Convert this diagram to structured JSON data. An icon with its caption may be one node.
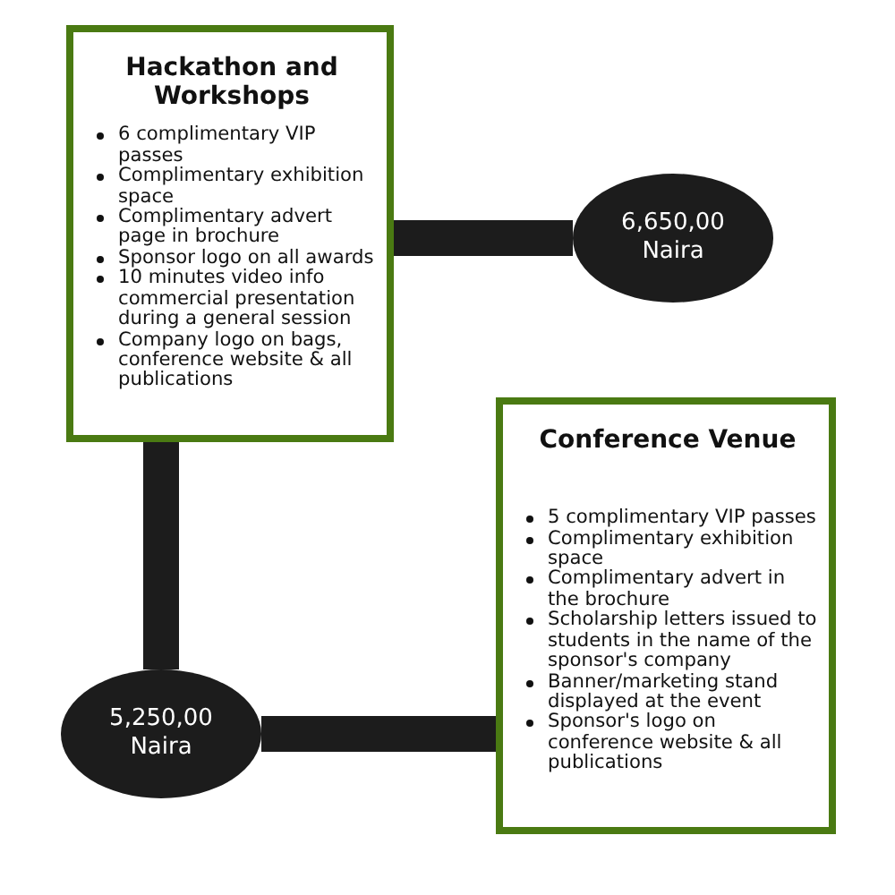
{
  "diagram": {
    "nodes": [
      {
        "text": [
          "Hackathon and Workshops",
          "6 complimentary VIP passes",
          "Complimentary exhibition space",
          "Complimentary advert page in brochure",
          "Sponsor logo on all awards",
          "10 minutes video info commercial presentation during a general session",
          "Company logo on bags, conference website & all publications"
        ]
      },
      {
        "text": [
          "6,650,00 Naira"
        ]
      },
      {
        "text": [
          "Conference Venue",
          "5 complimentary VIP passes",
          "Complimentary exhibition space",
          "Complimentary advert in the brochure",
          "Scholarship letters issued to students in the name of the sponsor's company",
          "Banner/marketing stand displayed at the event",
          "Sponsor's logo on conference website & all publications"
        ]
      },
      {
        "text": [
          "5,250,00 Naira"
        ]
      }
    ],
    "edges": [
      {
        "from": 0,
        "to": 1,
        "arrow": "none"
      },
      {
        "from": 0,
        "to": 3,
        "arrow": "none"
      },
      {
        "from": 3,
        "to": 2,
        "arrow": "none"
      }
    ]
  }
}
